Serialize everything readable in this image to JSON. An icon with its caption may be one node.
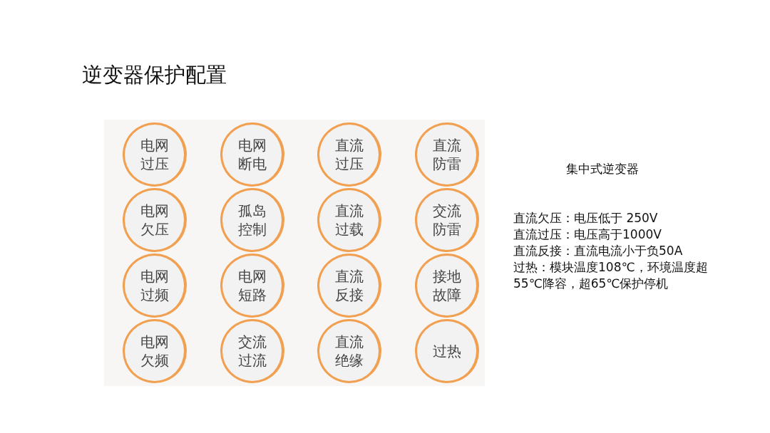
{
  "diagram": {
    "title": "逆变器保护配置",
    "nodes": [
      {
        "text": [
          "电网过压"
        ]
      },
      {
        "text": [
          "电网断电"
        ]
      },
      {
        "text": [
          "直流过压"
        ]
      },
      {
        "text": [
          "直流防雷"
        ]
      },
      {
        "text": [
          "电网欠压"
        ]
      },
      {
        "text": [
          "孤岛控制"
        ]
      },
      {
        "text": [
          "直流过载"
        ]
      },
      {
        "text": [
          "交流防雷"
        ]
      },
      {
        "text": [
          "电网过频"
        ]
      },
      {
        "text": [
          "电网短路"
        ]
      },
      {
        "text": [
          "直流反接"
        ]
      },
      {
        "text": [
          "接地故障"
        ]
      },
      {
        "text": [
          "电网欠频"
        ]
      },
      {
        "text": [
          "交流过流"
        ]
      },
      {
        "text": [
          "直流绝缘"
        ]
      },
      {
        "text": [
          "过热"
        ]
      }
    ],
    "labels": [
      "集中式逆变器",
      "直流欠压：电压低于 250V",
      "直流过压：电压高于1000V",
      "直流反接：直流电流小于负50A",
      "过热：模块温度108℃，环境温度超55℃降容，超65℃保护停机"
    ]
  }
}
